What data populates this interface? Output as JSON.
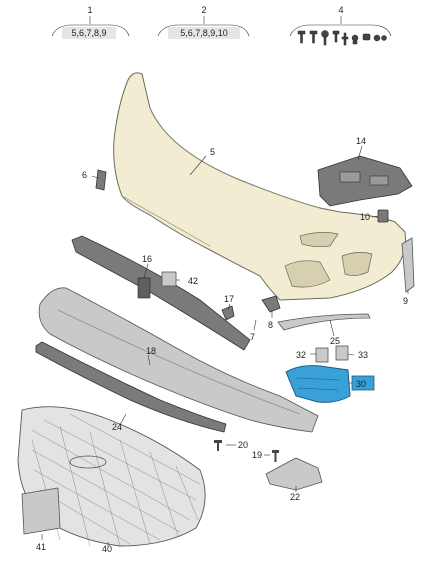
{
  "header_groups": [
    {
      "number": "1",
      "items": "5,6,7,8,9"
    },
    {
      "number": "2",
      "items": "5,6,7,8,9,10"
    },
    {
      "number": "4",
      "items": ""
    }
  ],
  "callouts": {
    "p5": "5",
    "p6": "6",
    "p7": "7",
    "p8": "8",
    "p9": "9",
    "p10": "10",
    "p14": "14",
    "p16": "16",
    "p17": "17",
    "p18": "18",
    "p19": "19",
    "p20": "20",
    "p22": "22",
    "p24": "24",
    "p25": "25",
    "p30": "30",
    "p32": "32",
    "p33": "33",
    "p40": "40",
    "p41": "41",
    "p42": "42"
  },
  "highlight": {
    "part": "30",
    "color": "#3aa0d8"
  }
}
